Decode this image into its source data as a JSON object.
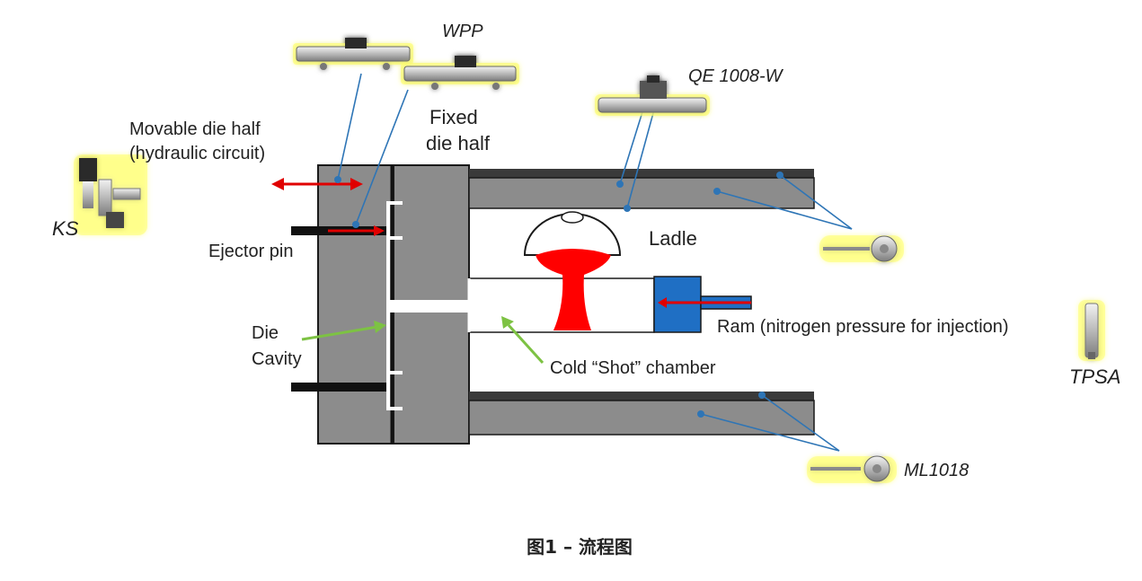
{
  "labels": {
    "wpp": "WPP",
    "qe": "QE 1008-W",
    "movable_line1": "Movable die half",
    "movable_line2": "(hydraulic circuit)",
    "fixed_line1": "Fixed",
    "fixed_line2": "die half",
    "ks": "KS",
    "ejector": "Ejector pin",
    "ladle": "Ladle",
    "die_line1": "Die",
    "die_line2": "Cavity",
    "ram": "Ram (nitrogen pressure for injection)",
    "shot_chamber": "Cold “Shot” chamber",
    "tpsa": "TPSA",
    "ml": "ML1018"
  },
  "caption": "图1 – 流程图",
  "colors": {
    "die_gray": "#8c8c8c",
    "outline": "#1a1a1a",
    "molten_metal": "#ff0000",
    "ram_blue": "#1f6fc4",
    "leader_blue": "#2e75b6",
    "pointer_green": "#7dc243",
    "sensor_glow": "#ffff66"
  },
  "icons": {
    "wpp": "linear-position-transducer-icon",
    "qe": "position-sensor-rod-icon",
    "ks": "pressure-sensor-icon",
    "tpsa": "pressure-transmitter-icon",
    "ml": "temperature-probe-icon"
  }
}
